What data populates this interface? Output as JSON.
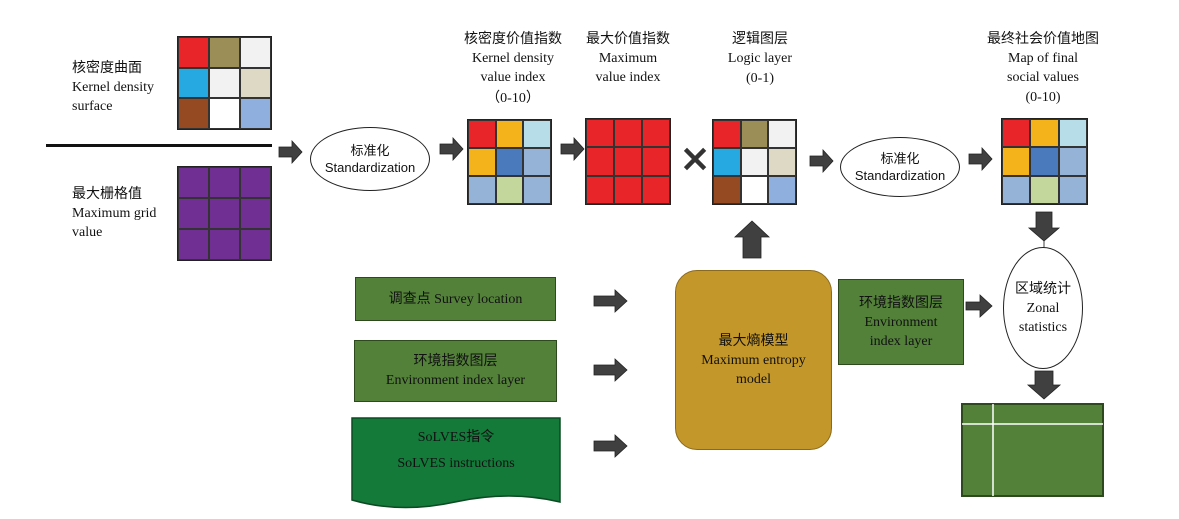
{
  "left": {
    "kernel_label_cn": "核密度曲面",
    "kernel_label_en1": "Kernel density",
    "kernel_label_en2": "surface",
    "maxgrid_label_cn": "最大栅格值",
    "maxgrid_label_en1": "Maximum grid",
    "maxgrid_label_en2": "value",
    "kernel_grid": [
      "#e8262a",
      "#9c8e57",
      "#f2f2f2",
      "#25a9e0",
      "#f2f2f2",
      "#ddd9c4",
      "#964a22",
      "#ffffff",
      "#8fb0de"
    ],
    "maxgrid_grid": [
      "#703093",
      "#703093",
      "#703093",
      "#703093",
      "#703093",
      "#703093",
      "#703093",
      "#703093",
      "#703093"
    ]
  },
  "standardize1": {
    "cn": "标准化",
    "en": "Standardization"
  },
  "kdvi": {
    "cn": "核密度价值指数",
    "en1": "Kernel density",
    "en2": "value index",
    "range": "（0-10）",
    "grid": [
      "#e8262a",
      "#f4b21b",
      "#b7dde8",
      "#f4b21b",
      "#4a7abc",
      "#95b3d7",
      "#95b3d7",
      "#c3d69b",
      "#95b3d7"
    ]
  },
  "mvi": {
    "cn": "最大价值指数",
    "en1": "Maximum",
    "en2": "value index",
    "grid": [
      "#e8262a",
      "#e8262a",
      "#e8262a",
      "#e8262a",
      "#e8262a",
      "#e8262a",
      "#e8262a",
      "#e8262a",
      "#e8262a"
    ]
  },
  "multiply": "×",
  "logic": {
    "cn": "逻辑图层",
    "en": "Logic layer",
    "range": "(0-1)",
    "grid": [
      "#e8262a",
      "#9c8e57",
      "#f2f2f2",
      "#25a9e0",
      "#f2f2f2",
      "#ddd9c4",
      "#964a22",
      "#ffffff",
      "#8fb0de"
    ]
  },
  "standardize2": {
    "cn": "标准化",
    "en": "Standardization"
  },
  "final": {
    "cn": "最终社会价值地图",
    "en1": "Map of final",
    "en2": "social values",
    "range": "(0-10)",
    "grid": [
      "#e8262a",
      "#f4b21b",
      "#b7dde8",
      "#f4b21b",
      "#4a7abc",
      "#95b3d7",
      "#95b3d7",
      "#c3d69b",
      "#95b3d7"
    ]
  },
  "inputs": {
    "survey": "调查点 Survey location",
    "env_cn": "环境指数图层",
    "env_en": "Environment index layer",
    "solves_cn": "SoLVES指令",
    "solves_en": "SoLVES instructions"
  },
  "maxent": {
    "cn": "最大熵模型",
    "en1": "Maximum entropy",
    "en2": "model"
  },
  "env_layer": {
    "cn": "环境指数图层",
    "en1": "Environment",
    "en2": "index layer"
  },
  "zonal": {
    "cn": "区域统计",
    "en1": "Zonal",
    "en2": "statistics"
  },
  "colors": {
    "green": "#53813a",
    "dark_green": "#137a3a",
    "gold": "#c4972b",
    "arrow": "#404040"
  }
}
